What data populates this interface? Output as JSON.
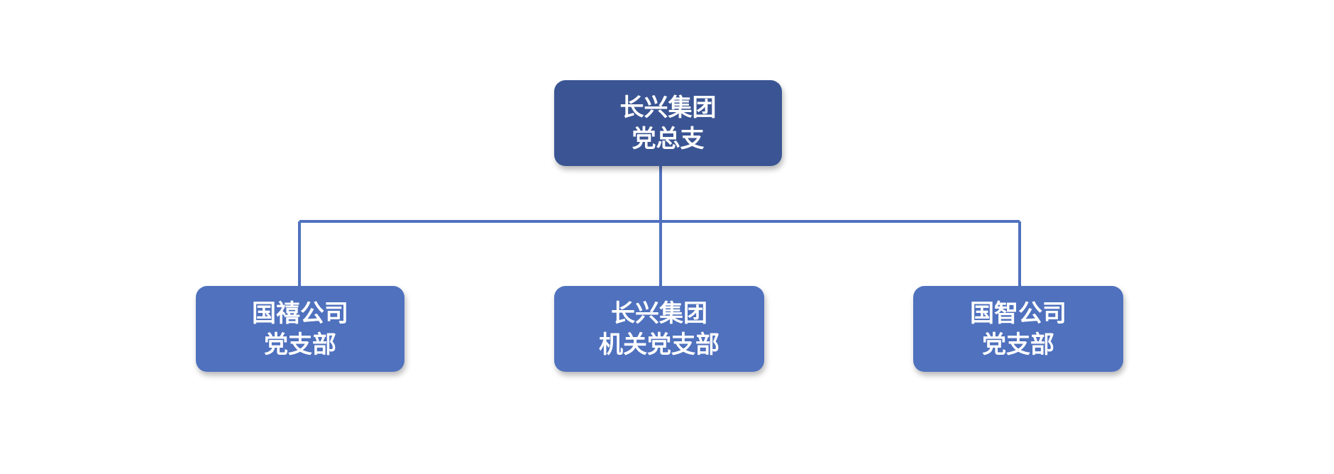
{
  "colors": {
    "root_fill": "#3b5594",
    "child_fill": "#4f71be",
    "connector": "#4f71be",
    "text": "#ffffff"
  },
  "root": {
    "lines": [
      "长兴集团",
      "党总支"
    ]
  },
  "children": [
    {
      "lines": [
        "国禧公司",
        "党支部"
      ]
    },
    {
      "lines": [
        "长兴集团",
        "机关党支部"
      ]
    },
    {
      "lines": [
        "国智公司",
        "党支部"
      ]
    }
  ]
}
